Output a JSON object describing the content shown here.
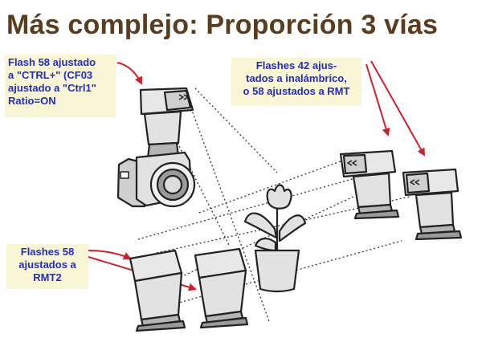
{
  "title": "Más complejo: Proporción 3 vías",
  "notes": {
    "master": [
      "Flash 58 ajustado",
      "a \"CTRL+\" (CF03",
      "ajustado a \"Ctrl1\"",
      "Ratio=ON"
    ],
    "remote": [
      "Flashes 42 ajus-",
      "tados a inalámbrico,",
      "o 58 ajustados a RMT"
    ],
    "rmt2": [
      "Flashes 58",
      "ajustados a",
      "RMT2"
    ]
  },
  "colors": {
    "title": "#5a3d1f",
    "note_text": "#1f2ec0",
    "note_bg": "#fbf6d6",
    "arrow": "#d0202a",
    "line_art": "#222222",
    "fill_light": "#e2e2e2",
    "fill_dark": "#9a9a9a"
  },
  "icons": {
    "camera": "camera-with-flash-icon",
    "flower": "potted-flower-icon",
    "flash": "speedlite-flash-icon"
  }
}
